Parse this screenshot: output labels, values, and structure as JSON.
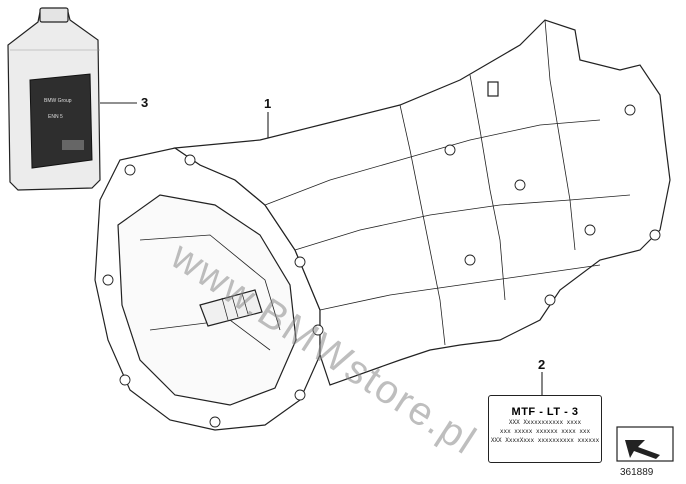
{
  "callouts": [
    {
      "number": "1"
    },
    {
      "number": "2"
    },
    {
      "number": "3"
    }
  ],
  "bottle": {
    "brand": "BMW Group",
    "text_lines": [
      "BMW Group",
      "ENN 5"
    ]
  },
  "label": {
    "title": "MTF - LT - 3",
    "lines": [
      "XXX Xxxxxxxxxxx xxxx",
      "xxx xxxxx xxxxxx xxxx xxx",
      "XXX XxxxXxxx xxxxxxxxxx xxxxxx"
    ]
  },
  "watermark": "www.BMWstore.pl",
  "reference_number": "361889",
  "colors": {
    "line": "#222222",
    "bottle_body": "#e9e9e9",
    "bottle_label": "#2e2e2e"
  }
}
